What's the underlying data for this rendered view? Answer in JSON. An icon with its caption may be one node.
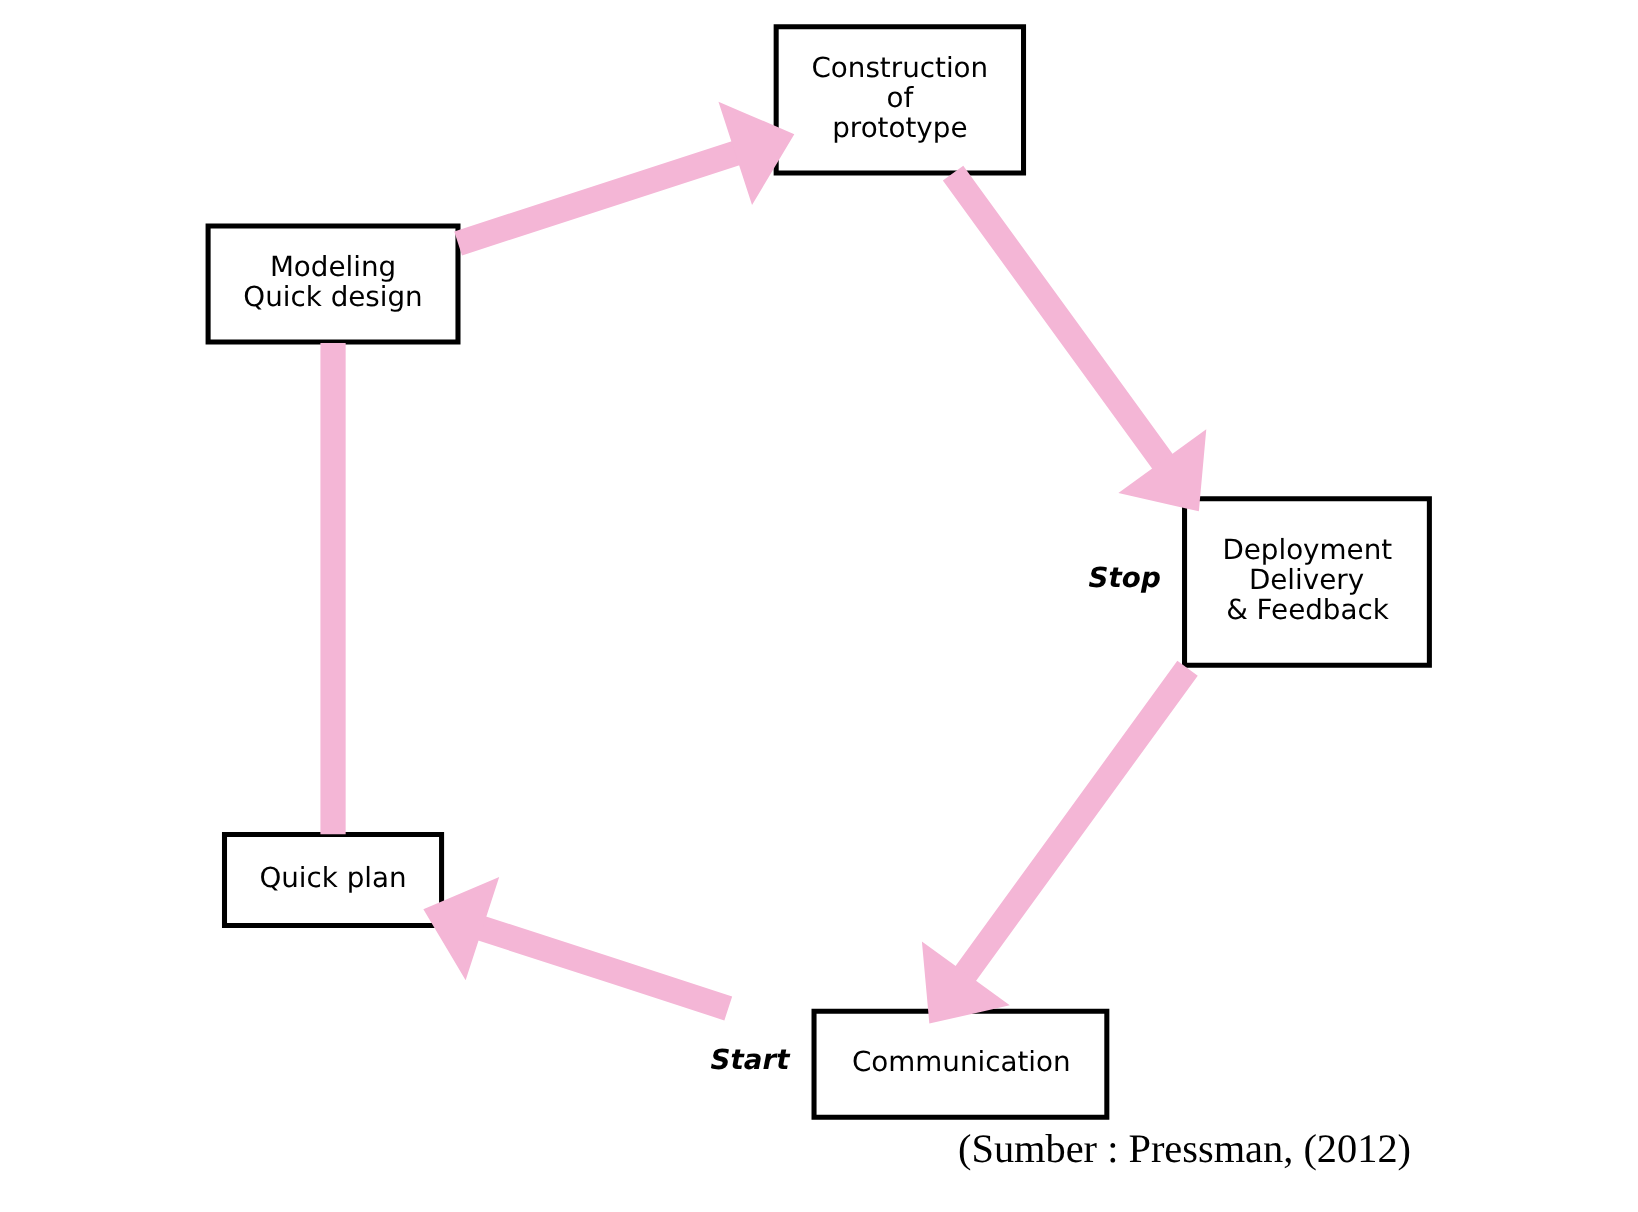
{
  "diagram": {
    "caption": "(Sumber : Pressman, (2012)",
    "nodes": [
      {
        "text": [
          "Communication"
        ],
        "beside": [
          "Start"
        ]
      },
      {
        "text": [
          "Quick plan"
        ]
      },
      {
        "text": [
          "Modeling Quick design"
        ]
      },
      {
        "text": [
          "Construction of prototype"
        ]
      },
      {
        "text": [
          "Deployment Delivery & Feedback"
        ],
        "beside": [
          "Stop"
        ]
      }
    ],
    "edges": [
      {
        "from": 0,
        "to": 1,
        "arrow": "to"
      },
      {
        "from": 1,
        "to": 2,
        "arrow": "none"
      },
      {
        "from": 2,
        "to": 3,
        "arrow": "to"
      },
      {
        "from": 3,
        "to": 4,
        "arrow": "to"
      },
      {
        "from": 4,
        "to": 0,
        "arrow": "to"
      }
    ]
  }
}
